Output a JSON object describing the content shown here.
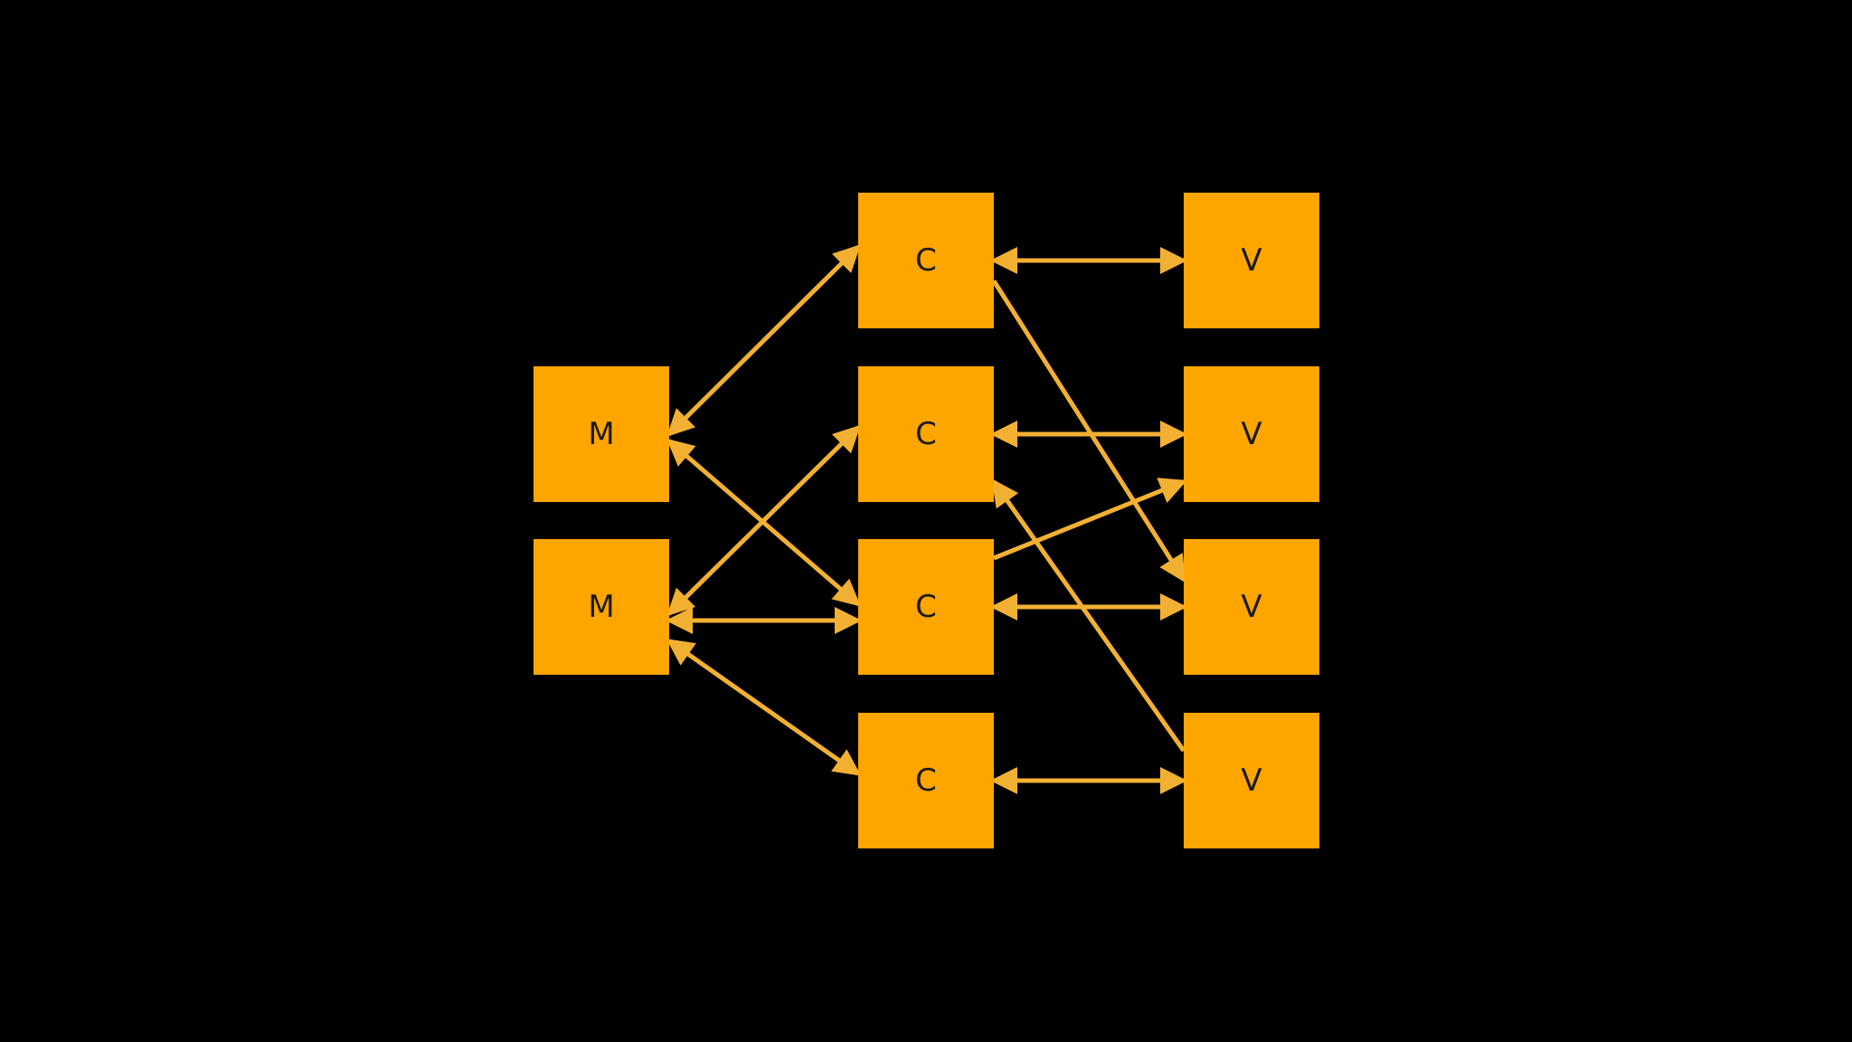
{
  "colors": {
    "background": "#000000",
    "node_fill": "#FFA500",
    "node_text": "#1a1a1a",
    "arrow": "#F2B033"
  },
  "nodes": [
    {
      "id": "m1",
      "label": "M"
    },
    {
      "id": "m2",
      "label": "M"
    },
    {
      "id": "c1",
      "label": "C"
    },
    {
      "id": "c2",
      "label": "C"
    },
    {
      "id": "c3",
      "label": "C"
    },
    {
      "id": "c4",
      "label": "C"
    },
    {
      "id": "v1",
      "label": "V"
    },
    {
      "id": "v2",
      "label": "V"
    },
    {
      "id": "v3",
      "label": "V"
    },
    {
      "id": "v4",
      "label": "V"
    }
  ],
  "edges": [
    {
      "from": "m1",
      "to": "c1",
      "direction": "both"
    },
    {
      "from": "m1",
      "to": "c3",
      "direction": "both"
    },
    {
      "from": "m2",
      "to": "c2",
      "direction": "both"
    },
    {
      "from": "m2",
      "to": "c3",
      "direction": "both"
    },
    {
      "from": "m2",
      "to": "c4",
      "direction": "both"
    },
    {
      "from": "c1",
      "to": "v1",
      "direction": "both"
    },
    {
      "from": "c2",
      "to": "v2",
      "direction": "both"
    },
    {
      "from": "c3",
      "to": "v3",
      "direction": "both"
    },
    {
      "from": "c4",
      "to": "v4",
      "direction": "both"
    },
    {
      "from": "c1",
      "to": "v3",
      "direction": "forward"
    },
    {
      "from": "v4",
      "to": "c2",
      "direction": "forward"
    },
    {
      "from": "c3",
      "to": "v2",
      "direction": "forward"
    }
  ]
}
